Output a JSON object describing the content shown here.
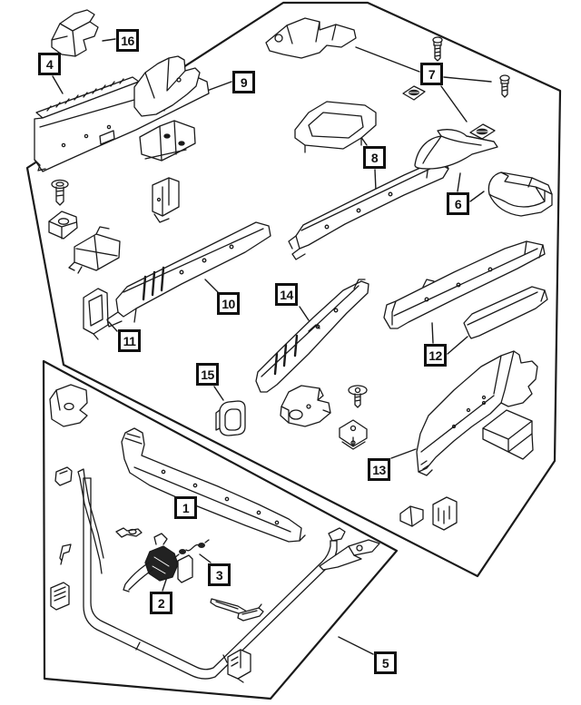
{
  "diagram": {
    "kind": "exploded-parts-diagram",
    "background_color": "#ffffff",
    "line_color": "#1a1a1a",
    "callout_border_color": "#111111"
  },
  "callouts": [
    {
      "label": "1"
    },
    {
      "label": "2"
    },
    {
      "label": "3"
    },
    {
      "label": "4"
    },
    {
      "label": "5"
    },
    {
      "label": "6"
    },
    {
      "label": "7"
    },
    {
      "label": "8"
    },
    {
      "label": "9"
    },
    {
      "label": "10"
    },
    {
      "label": "11"
    },
    {
      "label": "12"
    },
    {
      "label": "13"
    },
    {
      "label": "14"
    },
    {
      "label": "15"
    },
    {
      "label": "16"
    }
  ]
}
